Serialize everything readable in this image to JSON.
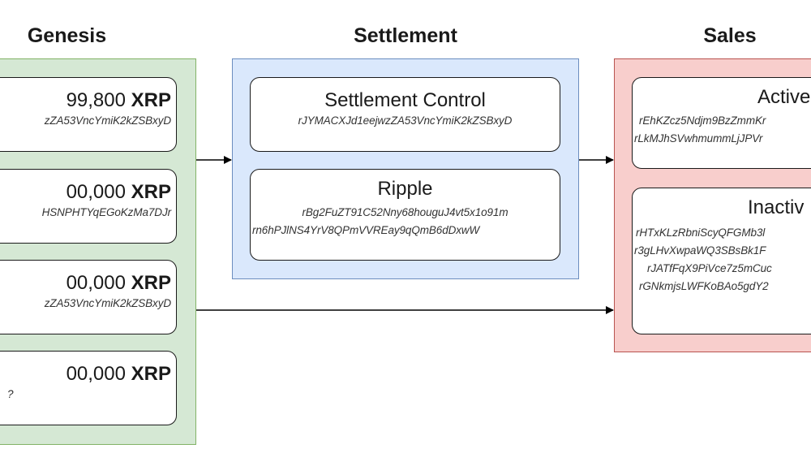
{
  "columns": {
    "genesis": {
      "title": "Genesis"
    },
    "settlement": {
      "title": "Settlement"
    },
    "sales": {
      "title": "Sales"
    }
  },
  "genesis_boxes": [
    {
      "amount": "99,800",
      "unit": "XRP",
      "address": "zZA53VncYmiK2kZSBxyD"
    },
    {
      "amount": "00,000",
      "unit": "XRP",
      "address": "HSNPHTYqEGoKzMa7DJr"
    },
    {
      "amount": "00,000",
      "unit": "XRP",
      "address": "zZA53VncYmiK2kZSBxyD"
    },
    {
      "amount": "00,000",
      "unit": "XRP",
      "address": "?"
    }
  ],
  "settlement_boxes": [
    {
      "title": "Settlement Control",
      "addresses": [
        "rJYMACXJd1eejwzZA53VncYmiK2kZSBxyD"
      ]
    },
    {
      "title": "Ripple",
      "addresses": [
        "rBg2FuZT91C52Nny68houguJ4vt5x1o91m",
        "rn6hPJlNS4YrV8QPmVVREay9qQmB6dDxwW"
      ]
    }
  ],
  "sales_boxes": [
    {
      "title": "Active",
      "addresses": [
        "rEhKZcz5Ndjm9BzZmmKr",
        "rLkMJhSVwhmummLjJPVr"
      ]
    },
    {
      "title": "Inactiv",
      "addresses": [
        "rHTxKLzRbniScyQFGMb3l",
        "r3gLHvXwpaWQ3SBsBk1F",
        "rJATfFqX9PiVce7z5mCuc",
        "rGNkmjsLWFKoBAo5gdY2"
      ]
    }
  ],
  "colors": {
    "genesis_fill": "#d5e8d4",
    "genesis_stroke": "#82b366",
    "settlement_fill": "#dae8fc",
    "settlement_stroke": "#6c8ebf",
    "sales_fill": "#f8cecc",
    "sales_stroke": "#b85450"
  }
}
